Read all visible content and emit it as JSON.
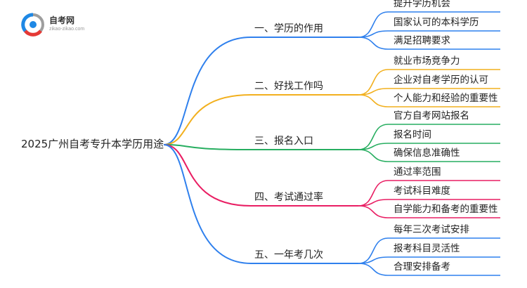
{
  "logo": {
    "brand": "自考网",
    "domain": "zikao-zikao.com",
    "colors": {
      "blue": "#1e88e5",
      "red": "#e53935",
      "gray": "#9e9e9e"
    }
  },
  "root": {
    "label": "2025广州自考专升本学历用途"
  },
  "branches": [
    {
      "label": "一、学历的作用",
      "color": "#2f80ed",
      "children": [
        "提升学历机会",
        "国家认可的本科学历",
        "满足招聘要求"
      ]
    },
    {
      "label": "二、好找工作吗",
      "color": "#f2b01e",
      "children": [
        "就业市场竞争力",
        "企业对自考学历的认可",
        "个人能力和经验的重要性"
      ]
    },
    {
      "label": "三、报名入口",
      "color": "#27ae60",
      "children": [
        "官方自考网站报名",
        "报名时间",
        "确保信息准确性"
      ]
    },
    {
      "label": "四、考试通过率",
      "color": "#e91e63",
      "children": [
        "通过率范围",
        "考试科目难度",
        "自学能力和备考的重要性"
      ]
    },
    {
      "label": "五、一年考几次",
      "color": "#2f80ed",
      "children": [
        "每年三次考试安排",
        "报考科目灵活性",
        "合理安排备考"
      ]
    }
  ]
}
